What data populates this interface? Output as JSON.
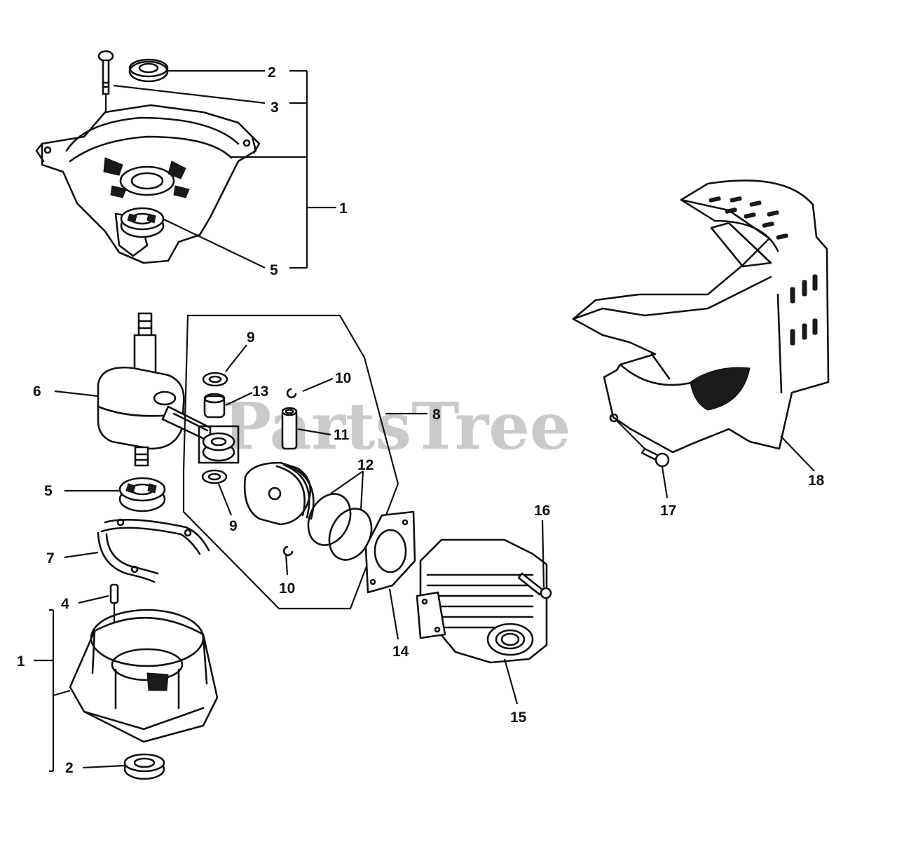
{
  "watermark": "PartsTree",
  "callouts": {
    "c1_top": "1",
    "c2_top": "2",
    "c3": "3",
    "c5_top": "5",
    "c6": "6",
    "c5_bottom": "5",
    "c7": "7",
    "c4": "4",
    "c1_bottom": "1",
    "c2_bottom": "2",
    "c9_top": "9",
    "c13": "13",
    "c10_top": "10",
    "c11": "11",
    "c8": "8",
    "c12": "12",
    "c9_bottom": "9",
    "c10_bottom": "10",
    "c14": "14",
    "c15": "15",
    "c16": "16",
    "c17": "17",
    "c18": "18"
  }
}
